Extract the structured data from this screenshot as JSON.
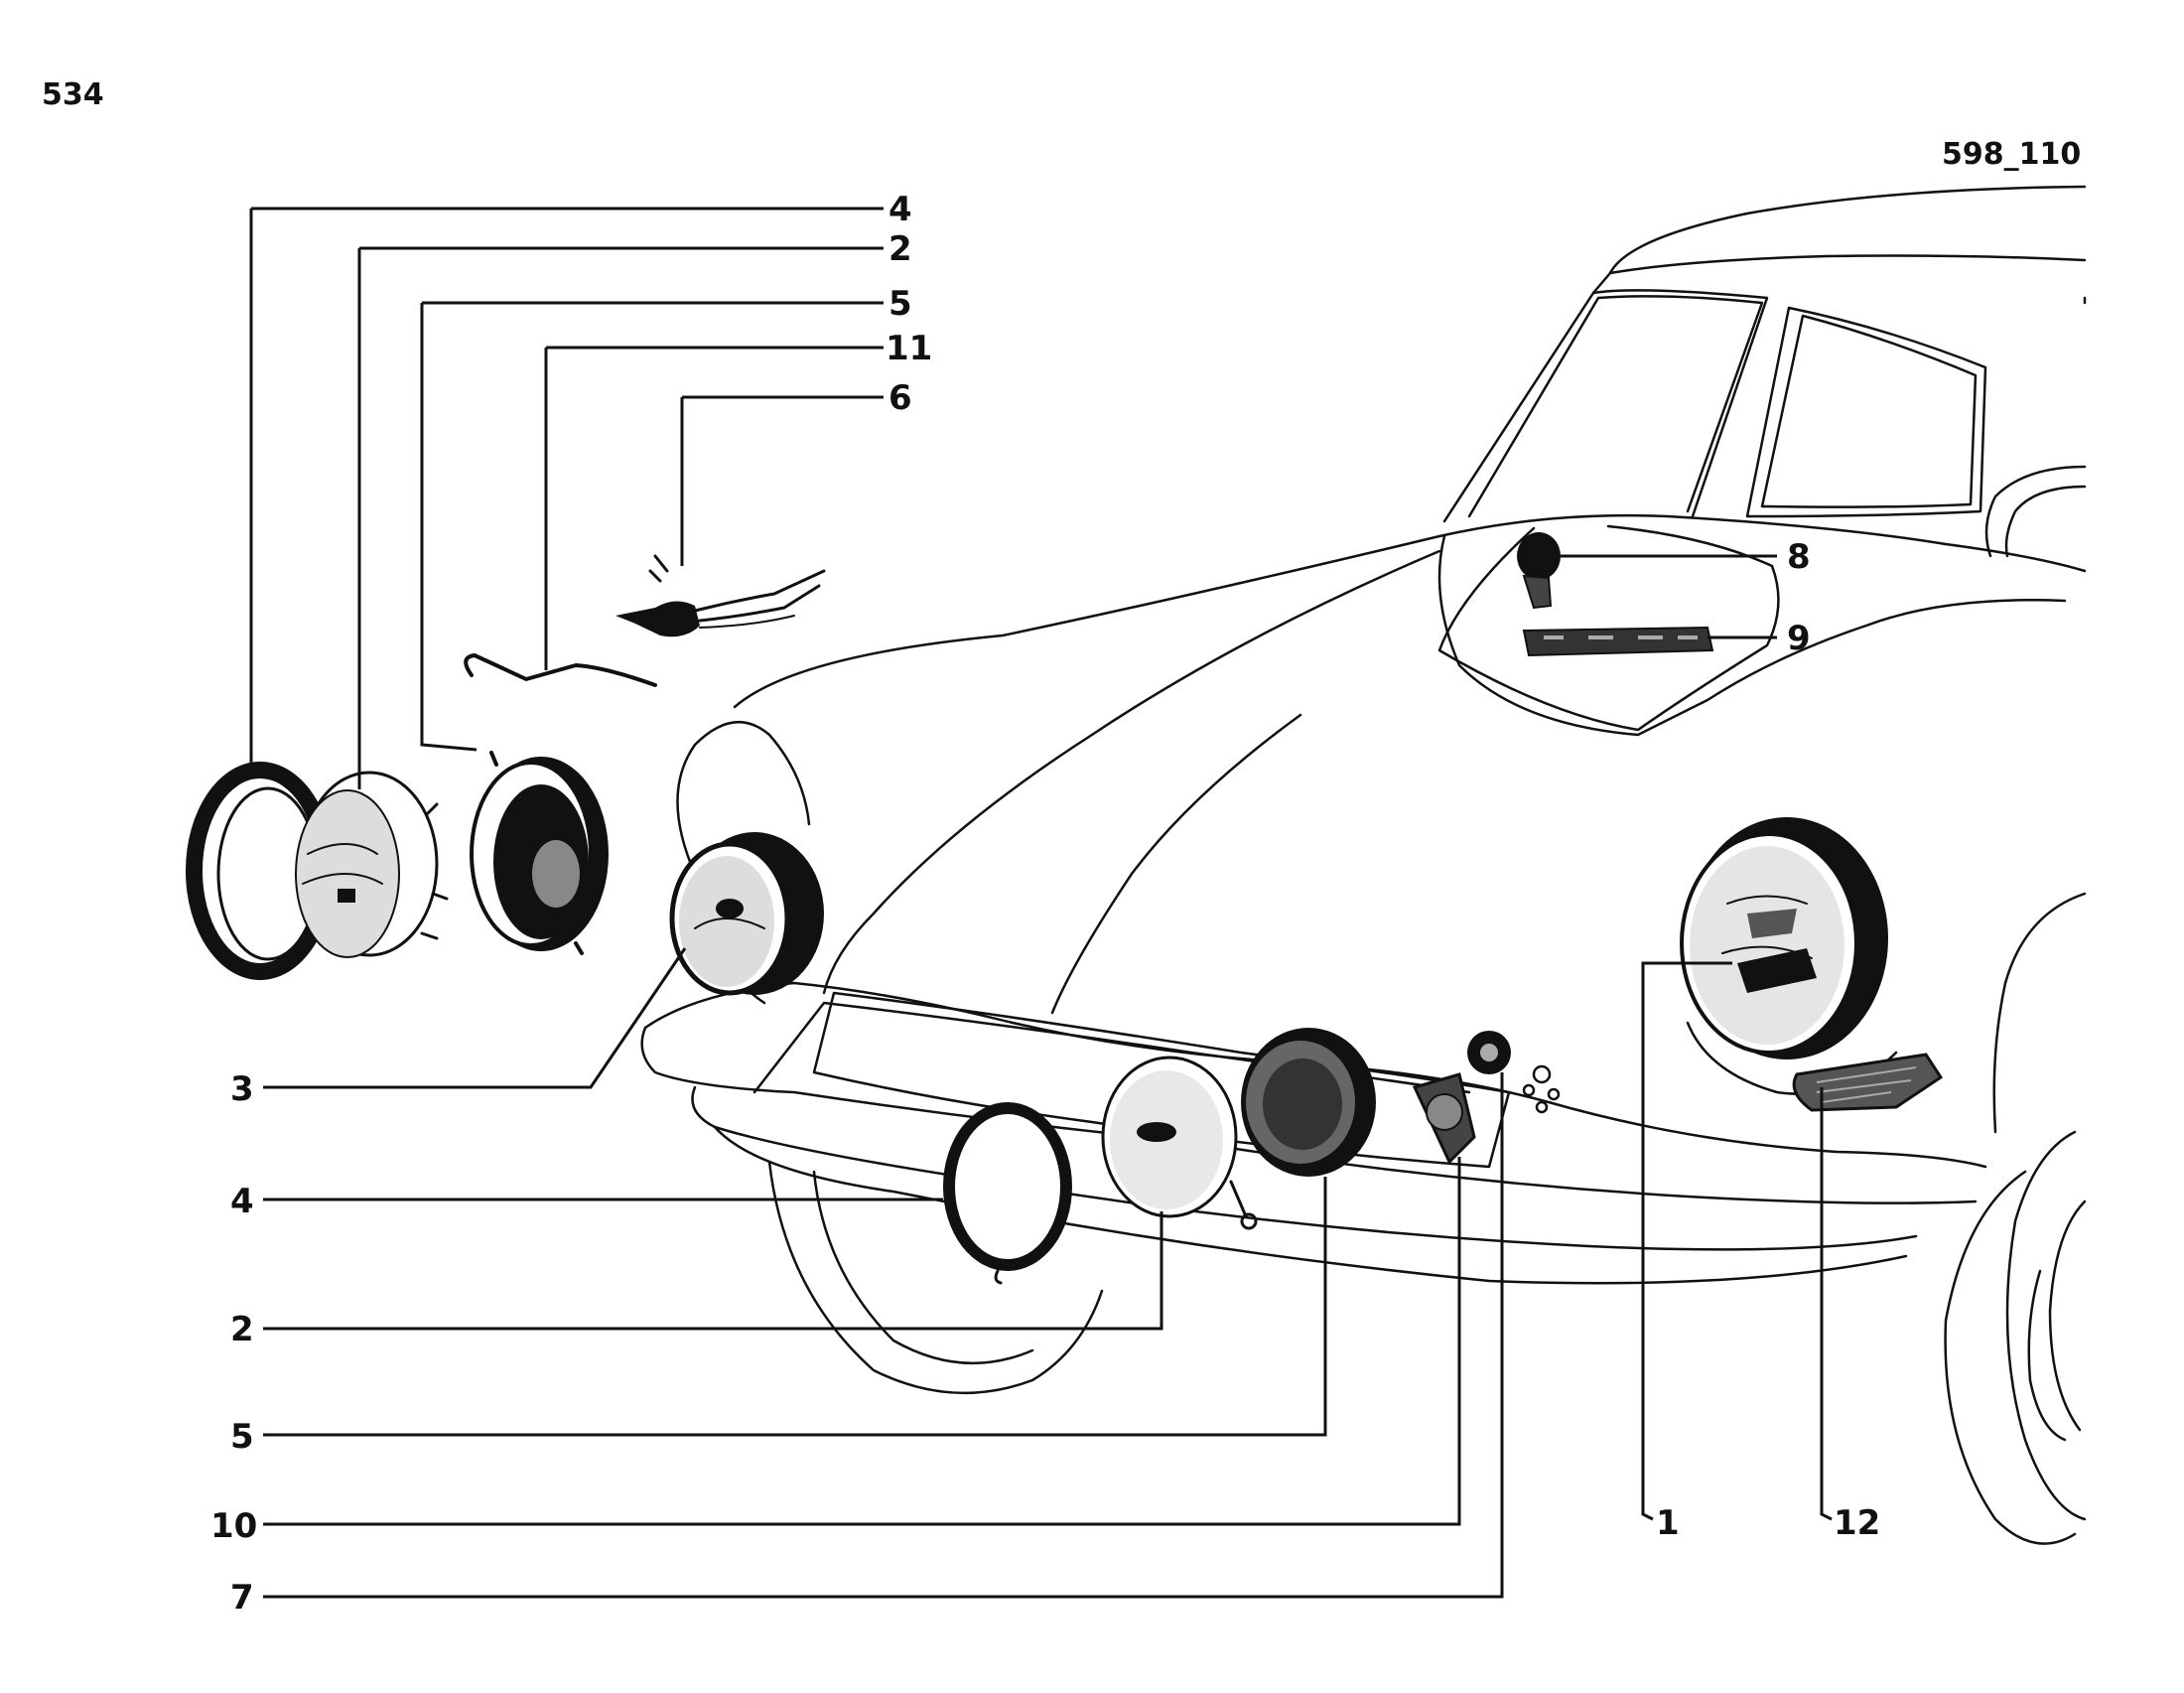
{
  "page": {
    "page_number": "534",
    "figure_code": "598_110"
  },
  "callouts": {
    "top": [
      "4",
      "2",
      "5",
      "11",
      "6"
    ],
    "left": [
      "3",
      "4",
      "2",
      "5",
      "10",
      "7"
    ],
    "right": [
      "8",
      "9"
    ],
    "bottom": [
      "1",
      "12"
    ]
  },
  "icons": {
    "car": "car-front-outline-icon",
    "headlamp": "headlamp-icon",
    "fog-lamp": "fog-lamp-icon"
  }
}
